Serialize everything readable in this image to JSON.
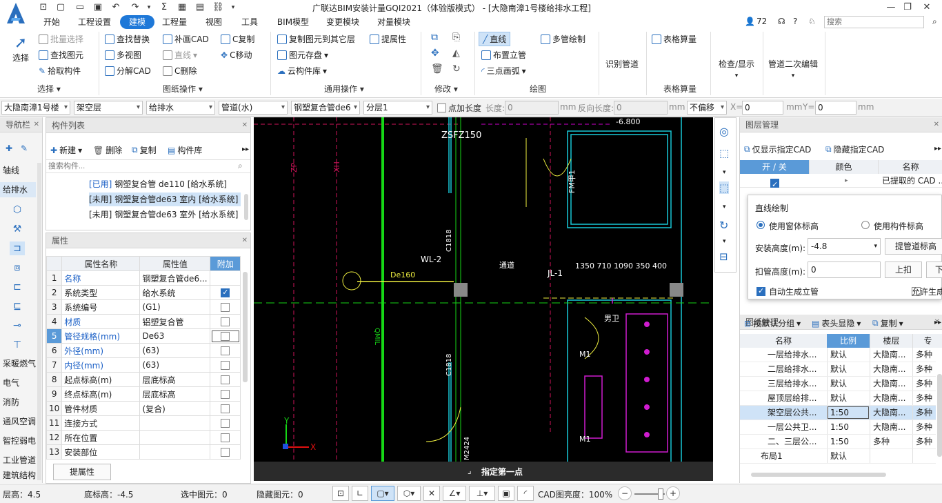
{
  "window": {
    "title": "广联达BIM安装计量GQI2021（体验版模式） - [大隐南漳1号楼给排水工程]",
    "user_count": "72",
    "search_placeholder": "搜索"
  },
  "menu": [
    "开始",
    "工程设置",
    "建模",
    "工程量",
    "视图",
    "工具",
    "BIM模型",
    "变更模块",
    "对量模块"
  ],
  "menu_active": "建模",
  "ribbon": {
    "select": {
      "label": "选择",
      "group": "选择"
    },
    "drawing_ops": {
      "items": [
        "批量选择",
        "查找替换",
        "补画CAD",
        "C复制",
        "查找图元",
        "多视图",
        "直线",
        "C移动",
        "拾取构件",
        "分解CAD",
        "C删除"
      ],
      "group": "图纸操作"
    },
    "general_ops": {
      "items": [
        "复制图元到其它层",
        "提属性",
        "图元存盘",
        "云构件库"
      ],
      "group": "通用操作"
    },
    "modify": {
      "group": "修改"
    },
    "draw": {
      "items": [
        "直线",
        "多管绘制",
        "布置立管",
        "三点画弧"
      ],
      "group": "绘图"
    },
    "table_calc": {
      "items": [
        "表格算量"
      ],
      "group": "表格算量"
    },
    "identify_pipe": "识别管道",
    "check_show": "检查/显示",
    "pipe_edit": "管道二次编辑"
  },
  "toolbar2": {
    "building": "大隐南漳1号楼",
    "floor": "架空层",
    "discipline": "给排水",
    "component_type": "管道(水)",
    "component": "钢塑复合管de6",
    "layer": "分层1",
    "add_length_label": "点加长度",
    "length_label": "长度:",
    "length_value": "0",
    "mm1": "mm",
    "reverse_length_label": "反向长度:",
    "reverse_length_value": "0",
    "mm2": "mm",
    "offset": "不偏移",
    "x_label": "X=",
    "x_value": "0",
    "mm3": "mm",
    "y_label": "Y=",
    "y_value": "0",
    "mm4": "mm"
  },
  "nav": {
    "title": "导航栏",
    "items": [
      "轴线",
      "给排水",
      "采暖燃气",
      "电气",
      "消防",
      "通风空调",
      "智控弱电",
      "工业管道",
      "建筑结构"
    ]
  },
  "component_list": {
    "title": "构件列表",
    "new": "新建",
    "delete": "删除",
    "copy": "复制",
    "library": "构件库",
    "search_placeholder": "搜索构件...",
    "items": [
      {
        "status": "[已用]",
        "text": "钢塑复合管 de110 [给水系统]"
      },
      {
        "status": "[未用]",
        "text": "钢塑复合管de63 室内 [给水系统]"
      },
      {
        "status": "[未用]",
        "text": "钢塑复合管de63 室外 [给水系统]"
      }
    ]
  },
  "properties": {
    "title": "属性",
    "headers": [
      "属性名称",
      "属性值",
      "附加"
    ],
    "rows": [
      {
        "n": "1",
        "name": "名称",
        "value": "钢塑复合管de6...",
        "blue": true,
        "chk": ""
      },
      {
        "n": "2",
        "name": "系统类型",
        "value": "给水系统",
        "blue": false,
        "chk": "on"
      },
      {
        "n": "3",
        "name": "系统编号",
        "value": "(G1)",
        "blue": false,
        "chk": "off"
      },
      {
        "n": "4",
        "name": "材质",
        "value": "铝塑复合管",
        "blue": true,
        "chk": "off"
      },
      {
        "n": "5",
        "name": "管径规格(mm)",
        "value": "De63",
        "blue": true,
        "chk": "off"
      },
      {
        "n": "6",
        "name": "外径(mm)",
        "value": "(63)",
        "blue": true,
        "chk": "off"
      },
      {
        "n": "7",
        "name": "内径(mm)",
        "value": "(63)",
        "blue": true,
        "chk": "off"
      },
      {
        "n": "8",
        "name": "起点标高(m)",
        "value": "层底标高",
        "blue": false,
        "chk": "off"
      },
      {
        "n": "9",
        "name": "终点标高(m)",
        "value": "层底标高",
        "blue": false,
        "chk": "off"
      },
      {
        "n": "10",
        "name": "管件材质",
        "value": "(复合)",
        "blue": false,
        "chk": "off"
      },
      {
        "n": "11",
        "name": "连接方式",
        "value": "",
        "blue": false,
        "chk": "off"
      },
      {
        "n": "12",
        "name": "所在位置",
        "value": "",
        "blue": false,
        "chk": "off"
      },
      {
        "n": "13",
        "name": "安装部位",
        "value": "",
        "blue": false,
        "chk": "off"
      }
    ],
    "extract_btn": "提属性"
  },
  "canvas": {
    "status_hint": "指定第一点",
    "labels": {
      "zsfz": "ZSFZ150",
      "wl2": "WL-2",
      "de160": "De160",
      "jl1": "JL-1",
      "tongdao": "通道",
      "nanwei": "男卫",
      "m1a": "M1",
      "m1b": "M1",
      "fm": "FM甲1",
      "dims": "1350  710  1090  350  400",
      "c1818": "C1818",
      "m2424": "M2424",
      "zp": "ZP",
      "xh": "XH",
      "g1": "QMIL",
      "neg6800": "-6.800"
    }
  },
  "layer_mgmt": {
    "title": "图层管理",
    "show_only": "仅显示指定CAD",
    "hide": "隐藏指定CAD",
    "headers": [
      "开 / 关",
      "颜色",
      "名称"
    ],
    "row1_name": "已提取的 CAD ..."
  },
  "line_draw_popup": {
    "title": "直线绘制",
    "opt1": "使用窗体标高",
    "opt2": "使用构件标高",
    "install_height_label": "安装高度(m):",
    "install_height_value": "-4.8",
    "lift_btn": "提管道标高",
    "deduct_height_label": "扣管高度(m):",
    "deduct_height_value": "0",
    "up_btn": "上扣",
    "down_btn": "下",
    "auto_riser": "自动生成立管",
    "allow_gen": "允许生成"
  },
  "drawing_mgmt": {
    "title": "图纸管理",
    "group_by": "按默认分组",
    "header_display": "表头显隐",
    "copy": "复制",
    "headers": [
      "名称",
      "比例",
      "楼层",
      "专"
    ],
    "rows": [
      {
        "name": "一层给排水...",
        "scale": "默认",
        "floor": "大隐南...",
        "spec": "多种"
      },
      {
        "name": "二层给排水...",
        "scale": "默认",
        "floor": "大隐南...",
        "spec": "多种"
      },
      {
        "name": "三层给排水...",
        "scale": "默认",
        "floor": "大隐南...",
        "spec": "多种"
      },
      {
        "name": "屋顶层给排...",
        "scale": "默认",
        "floor": "大隐南...",
        "spec": "多种"
      },
      {
        "name": "架空层公共...",
        "scale": "1:50",
        "floor": "大隐南...",
        "spec": "多种"
      },
      {
        "name": "一层公共卫...",
        "scale": "1:50",
        "floor": "大隐南...",
        "spec": "多种"
      },
      {
        "name": "二、三层公...",
        "scale": "1:50",
        "floor": "多种",
        "spec": "多种"
      },
      {
        "name": "布局1",
        "scale": "默认",
        "floor": "",
        "spec": ""
      }
    ]
  },
  "status_bar": {
    "floor_height": "层高：4.5",
    "bottom_elev": "底标高：-4.5",
    "selected": "选中图元：0",
    "hidden": "隐藏图元：0",
    "cad_brightness": "CAD图亮度：100%"
  }
}
